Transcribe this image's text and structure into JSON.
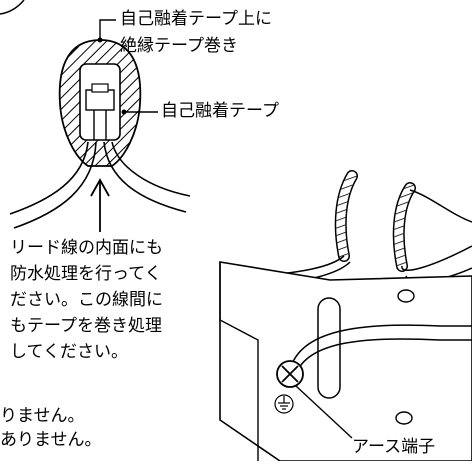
{
  "labels": {
    "outer_tape_line1": "自己融着テープ上に",
    "outer_tape_line2": "絶縁テープ巻き",
    "inner_tape": "自己融着テープ",
    "earth_terminal": "アース端子"
  },
  "instruction": {
    "lines": [
      "リード線の内面にも",
      "防水処理を行ってく",
      "ださい。この線間に",
      "もテープを巻き処理",
      "してください。"
    ]
  },
  "bottom_notes": {
    "line1": "りません。",
    "line2": "ありません。"
  },
  "icons": {
    "ground_symbol": "ground-icon"
  }
}
